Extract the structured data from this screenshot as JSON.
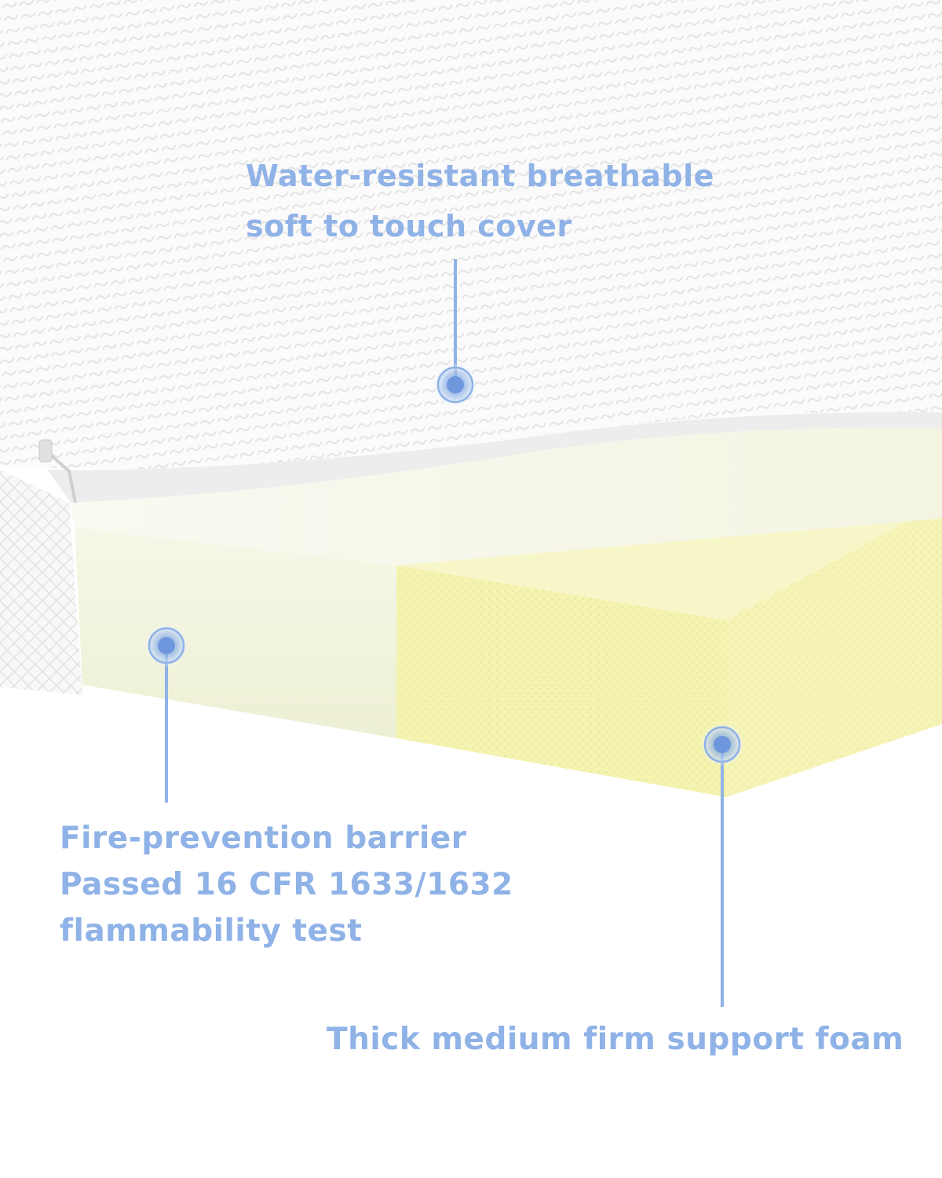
{
  "colors": {
    "accent": "#8fb2e7",
    "accent_dark": "#5a86d6",
    "cover": "#fbfbfb",
    "cover_pattern": "#e6e6e6",
    "foam_side": "#f1f2dd",
    "foam_top": "#f7f8ee",
    "foam_cut": "#f4f3b0",
    "foam_cut_front": "#f0ef9d"
  },
  "callouts": {
    "cover": {
      "lines": [
        "Water-resistant breathable",
        "soft to touch cover"
      ]
    },
    "barrier": {
      "lines": [
        "Fire-prevention barrier",
        "Passed 16 CFR 1633/1632",
        "flammability test"
      ]
    },
    "foam": {
      "lines": [
        "Thick medium firm support foam"
      ]
    }
  }
}
